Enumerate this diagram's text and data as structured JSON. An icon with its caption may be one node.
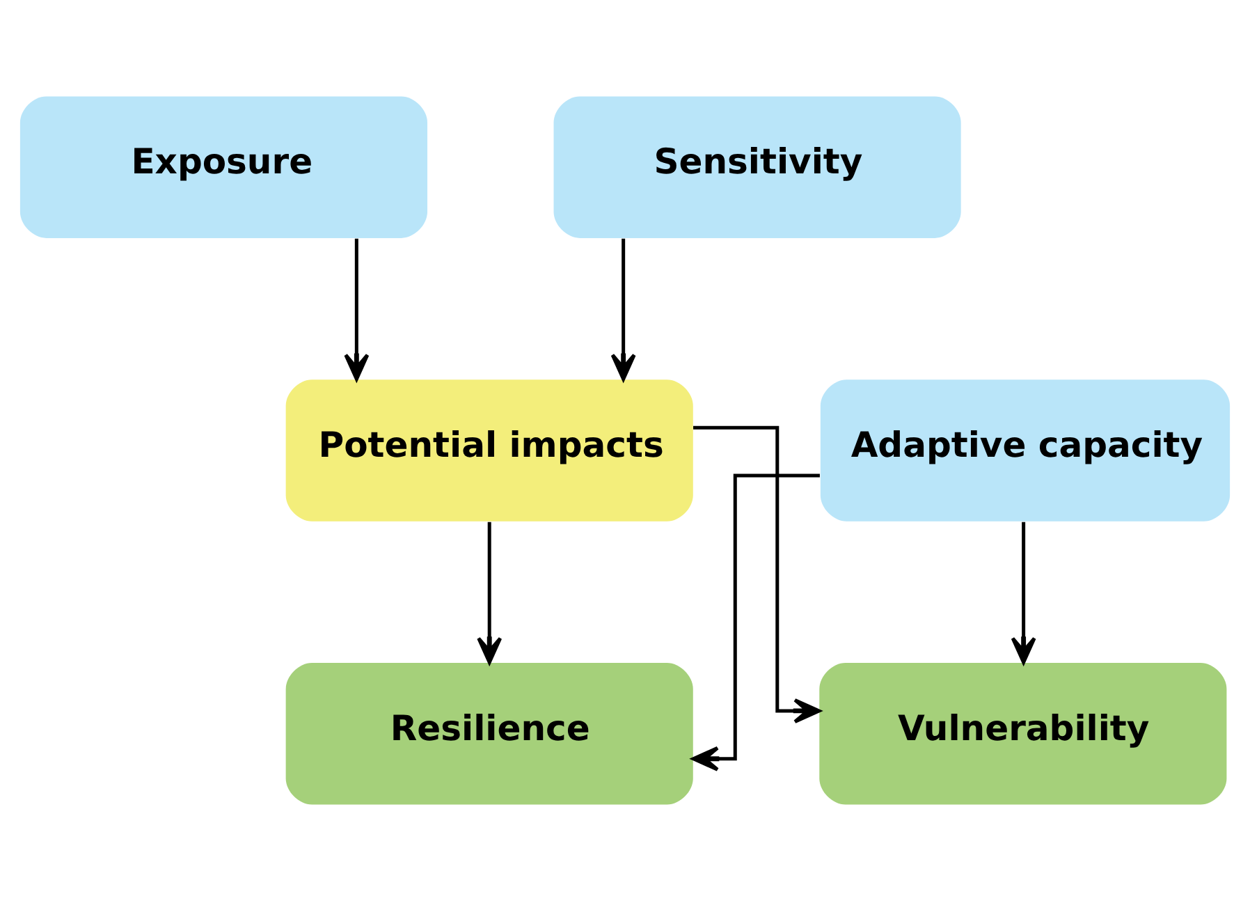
{
  "diagram": {
    "nodes": [
      {
        "text": [
          "Exposure"
        ]
      },
      {
        "text": [
          "Sensitivity"
        ]
      },
      {
        "text": [
          "Potential impacts"
        ]
      },
      {
        "text": [
          "Adaptive capacity"
        ]
      },
      {
        "text": [
          "Resilience"
        ]
      },
      {
        "text": [
          "Vulnerability"
        ]
      }
    ],
    "edges": [
      {
        "from": 0,
        "to": 2,
        "arrow": "to"
      },
      {
        "from": 1,
        "to": 2,
        "arrow": "to"
      },
      {
        "from": 2,
        "to": 4,
        "arrow": "to"
      },
      {
        "from": 2,
        "to": 5,
        "arrow": "to"
      },
      {
        "from": 3,
        "to": 4,
        "arrow": "to"
      },
      {
        "from": 3,
        "to": 5,
        "arrow": "to"
      }
    ]
  }
}
